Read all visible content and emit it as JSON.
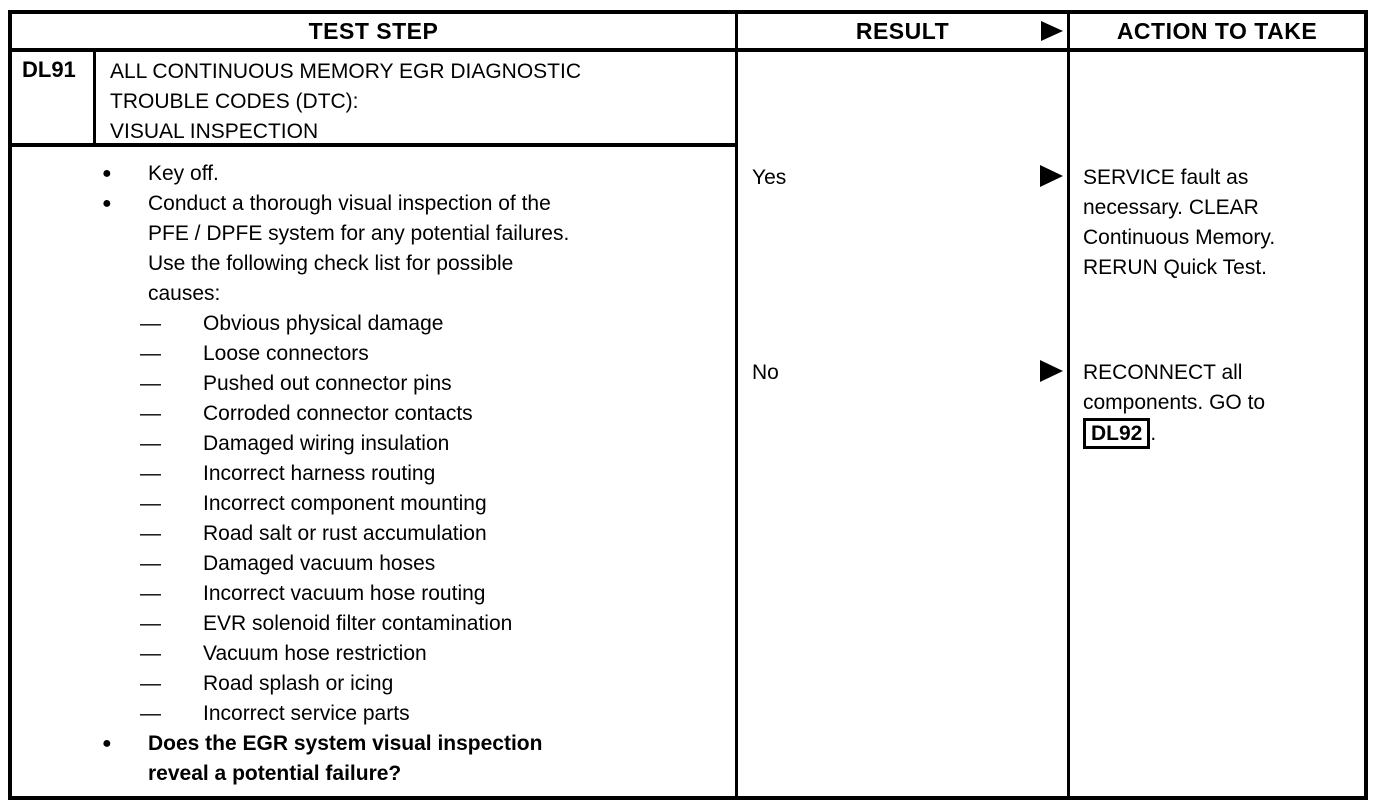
{
  "glyphs": {
    "bullet": "●",
    "dash": "—"
  },
  "headers": {
    "test_step": "TEST STEP",
    "result": "RESULT",
    "action": "ACTION TO TAKE"
  },
  "row": {
    "code": "DL91",
    "title": "ALL CONTINUOUS MEMORY EGR DIAGNOSTIC\nTROUBLE CODES (DTC):\nVISUAL INSPECTION",
    "steps": [
      {
        "type": "bullet",
        "text": "Key off."
      },
      {
        "type": "bullet",
        "text": "Conduct a thorough visual inspection of the\nPFE / DPFE system for any potential failures.\nUse the following check list for possible\ncauses:"
      },
      {
        "type": "dash",
        "text": "Obvious physical damage"
      },
      {
        "type": "dash",
        "text": "Loose connectors"
      },
      {
        "type": "dash",
        "text": "Pushed out connector pins"
      },
      {
        "type": "dash",
        "text": "Corroded connector contacts"
      },
      {
        "type": "dash",
        "text": "Damaged wiring insulation"
      },
      {
        "type": "dash",
        "text": "Incorrect harness routing"
      },
      {
        "type": "dash",
        "text": "Incorrect component mounting"
      },
      {
        "type": "dash",
        "text": "Road salt or rust accumulation"
      },
      {
        "type": "dash",
        "text": "Damaged vacuum hoses"
      },
      {
        "type": "dash",
        "text": "Incorrect vacuum hose routing"
      },
      {
        "type": "dash",
        "text": "EVR solenoid filter contamination"
      },
      {
        "type": "dash",
        "text": "Vacuum hose restriction"
      },
      {
        "type": "dash",
        "text": "Road splash or icing"
      },
      {
        "type": "dash",
        "text": "Incorrect service parts"
      },
      {
        "type": "bullet",
        "text": "Does the EGR system visual inspection\nreveal a potential failure?"
      }
    ],
    "results": [
      {
        "label": "Yes",
        "action": "SERVICE fault as\nnecessary. CLEAR\nContinuous Memory.\nRERUN Quick Test."
      },
      {
        "label": "No",
        "action_prefix": "RECONNECT all\ncomponents. GO to\n",
        "action_link": "DL92",
        "action_suffix": "."
      }
    ]
  }
}
